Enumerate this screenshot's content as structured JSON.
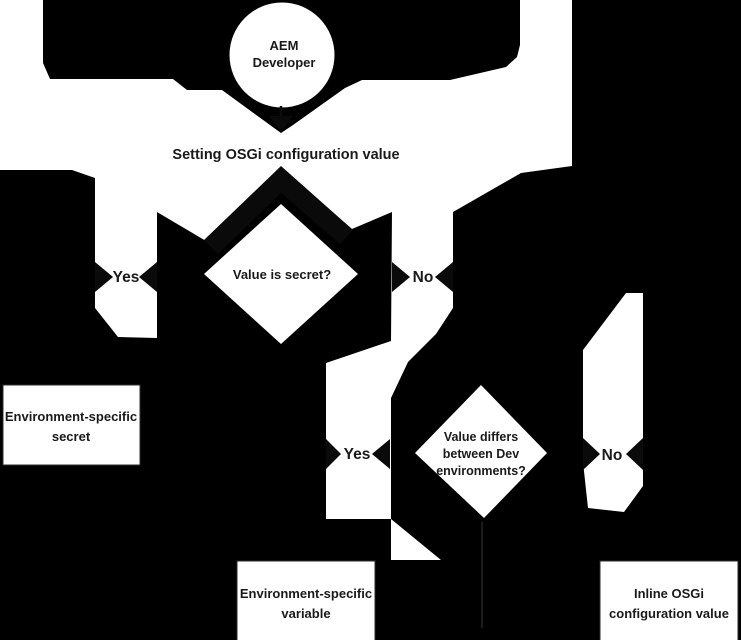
{
  "colors": {
    "background": "#000000",
    "node_fill": "#ffffff",
    "text": "#1a1a1a"
  },
  "flow": {
    "actor": {
      "line1": "AEM",
      "line2": "Developer"
    },
    "start_label": "Setting OSGi configuration value",
    "decision_secret": {
      "question": "Value is secret?",
      "yes": "Yes",
      "no": "No"
    },
    "decision_differs": {
      "line1": "Value differs",
      "line2": "between Dev",
      "line3": "environments?",
      "yes": "Yes",
      "no": "No"
    },
    "outcome_secret": {
      "line1": "Environment-specific",
      "line2": "secret"
    },
    "outcome_variable": {
      "line1": "Environment-specific",
      "line2": "variable"
    },
    "outcome_inline": {
      "line1": "Inline OSGi",
      "line2": "configuration value"
    }
  }
}
